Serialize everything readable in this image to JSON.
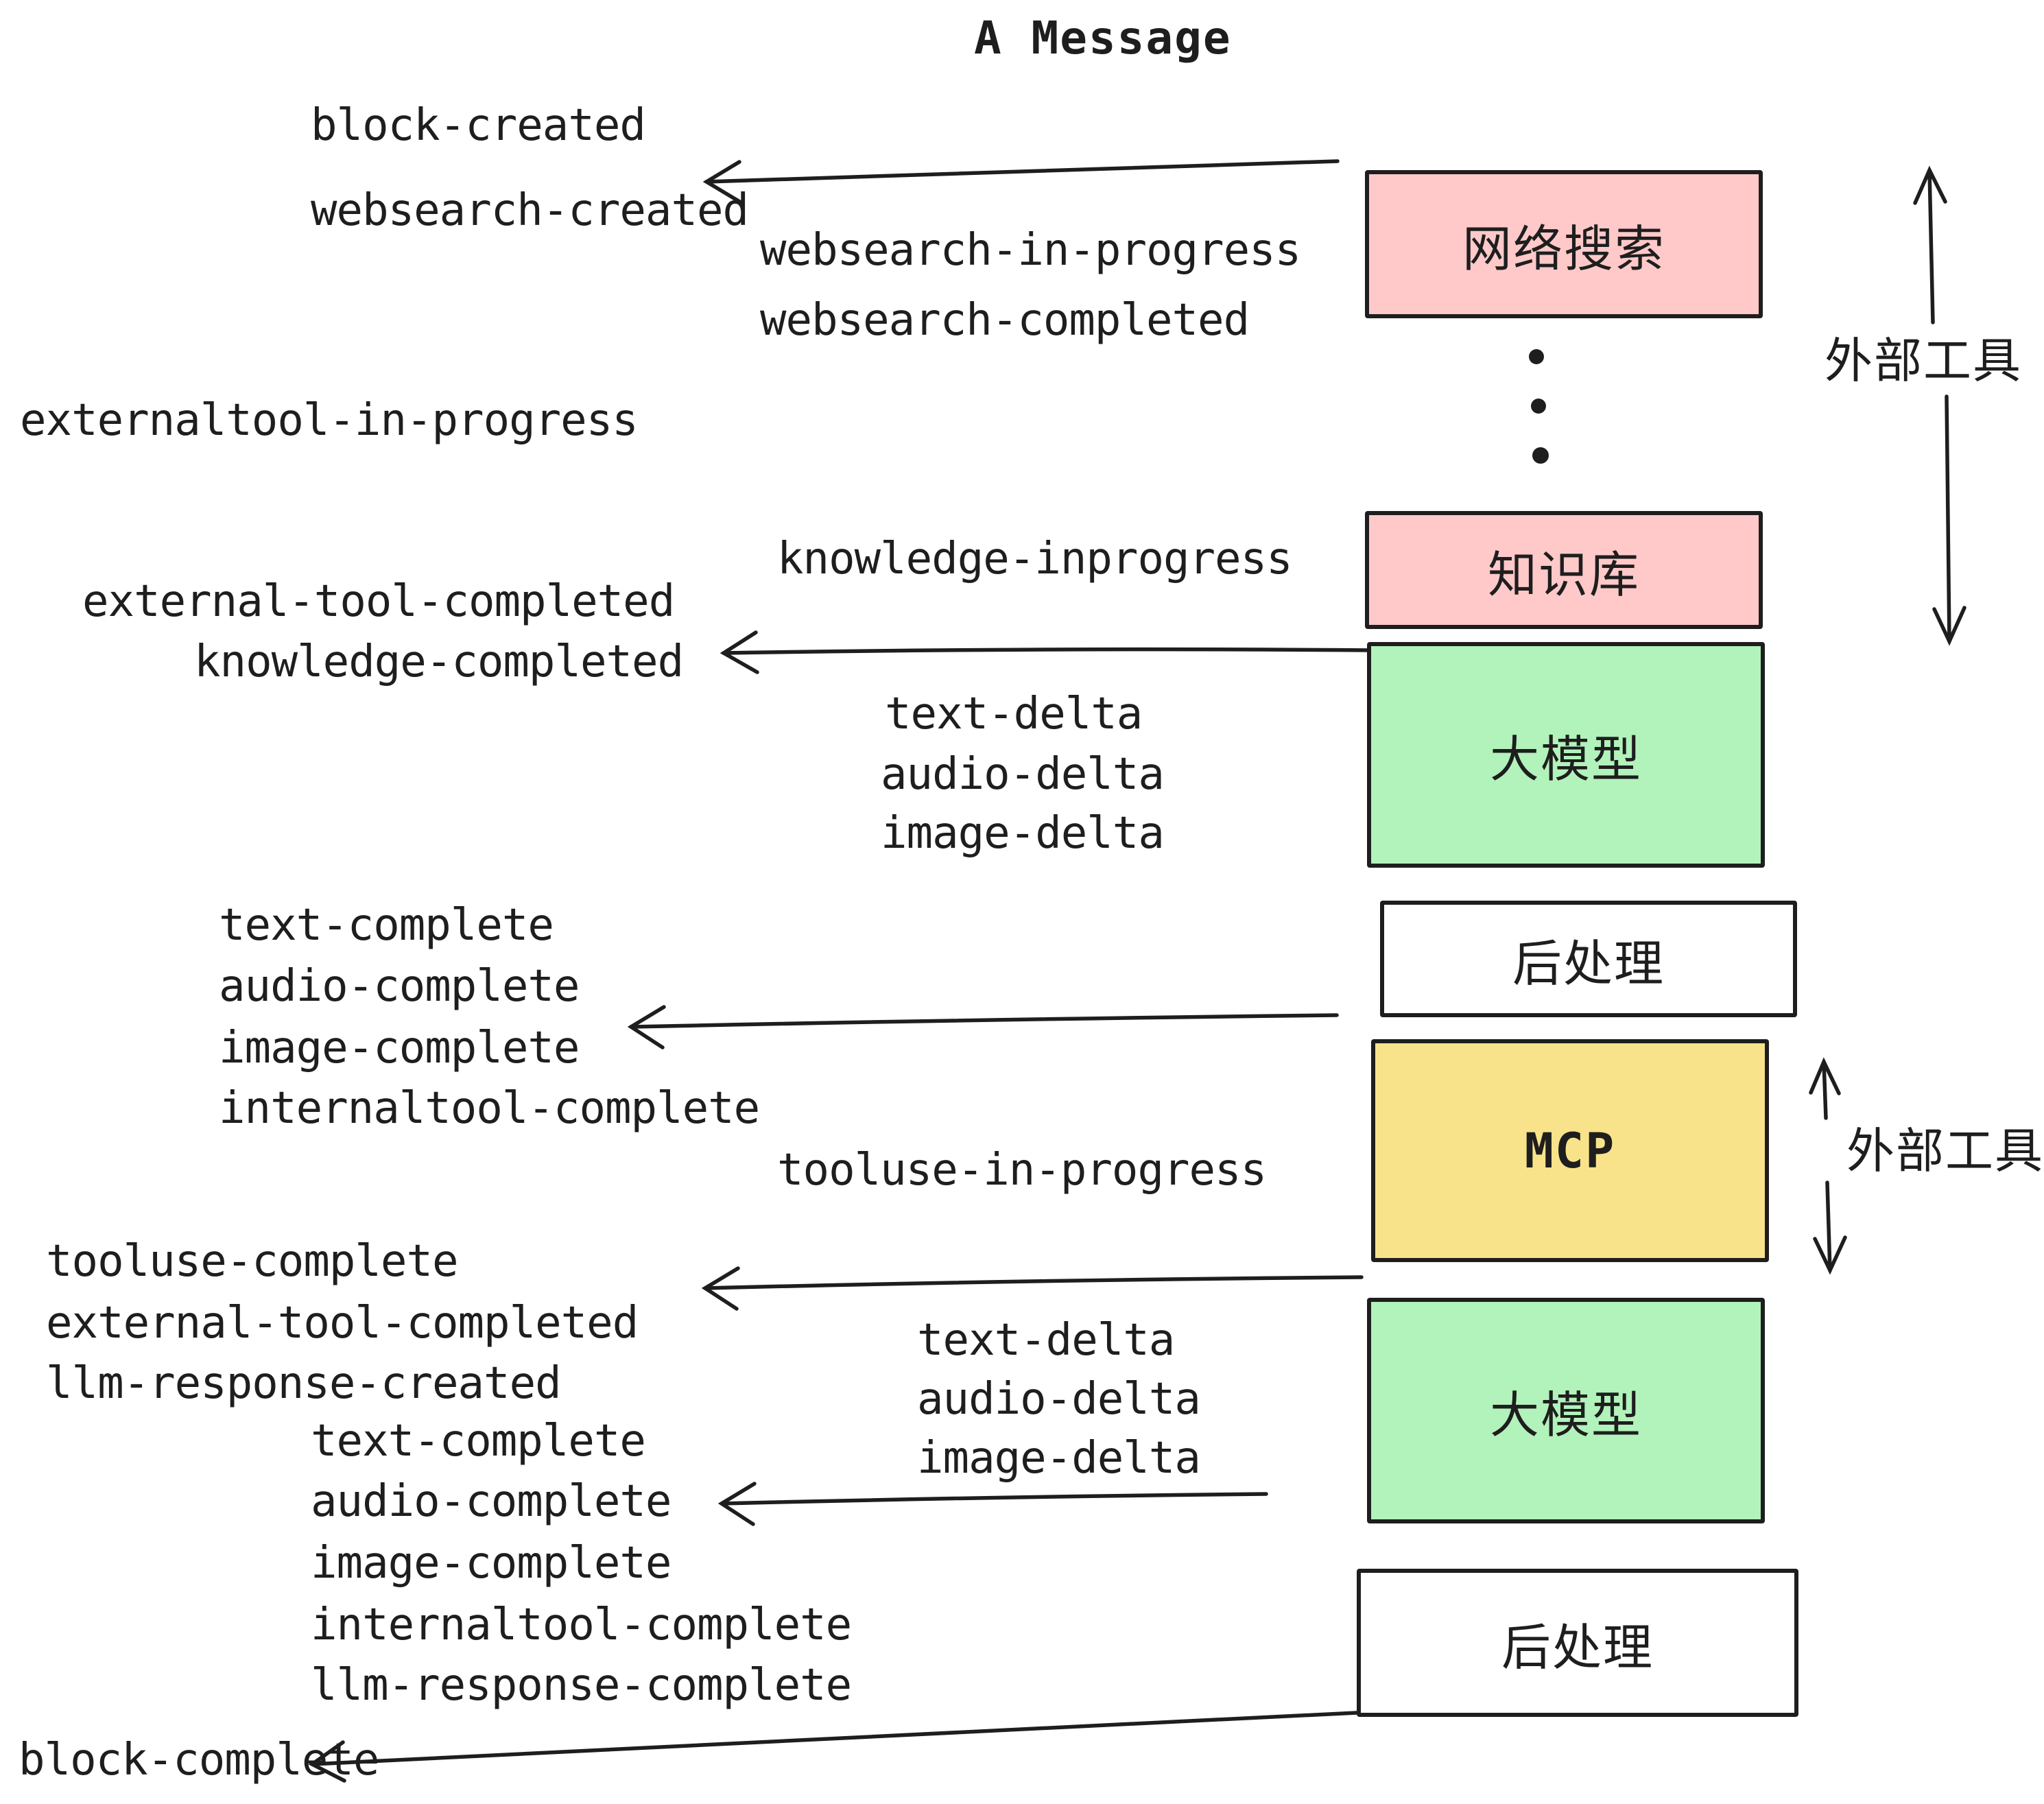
{
  "title": "A Message",
  "colors": {
    "ink": "#1e1e1e",
    "pink": "#ffc9c9",
    "green": "#b2f2bb",
    "yellow": "#f9e38a",
    "white": "#ffffff",
    "bg": "#ffffff"
  },
  "labels": {
    "block_created": "block-created",
    "websearch_created": "websearch-created",
    "websearch_in_progress": "websearch-in-progress",
    "websearch_completed": "websearch-completed",
    "externaltool_in_progress": "externaltool-in-progress",
    "knowledge_inprogress": "knowledge-inprogress",
    "external_tool_completed_1": "external-tool-completed",
    "knowledge_completed": "knowledge-completed",
    "text_delta_1": "text-delta",
    "audio_delta_1": "audio-delta",
    "image_delta_1": "image-delta",
    "text_complete_1": "text-complete",
    "audio_complete_1": "audio-complete",
    "image_complete_1": "image-complete",
    "internaltool_complete_1": "internaltool-complete",
    "tooluse_in_progress": "tooluse-in-progress",
    "tooluse_complete": "tooluse-complete",
    "external_tool_completed_2": "external-tool-completed",
    "llm_response_created": "llm-response-created",
    "text_delta_2": "text-delta",
    "audio_delta_2": "audio-delta",
    "image_delta_2": "image-delta",
    "text_complete_2": "text-complete",
    "audio_complete_2": "audio-complete",
    "image_complete_2": "image-complete",
    "internaltool_complete_2": "internaltool-complete",
    "llm_response_complete": "llm-response-complete",
    "block_complete": "block-complete"
  },
  "boxes": {
    "websearch": "网络搜索",
    "knowledge": "知识库",
    "llm1": "大模型",
    "post1": "后处理",
    "mcp": "MCP",
    "llm2": "大模型",
    "post2": "后处理"
  },
  "annotations": {
    "external_tools_1": "外部工具",
    "external_tools_2": "外部工具"
  }
}
